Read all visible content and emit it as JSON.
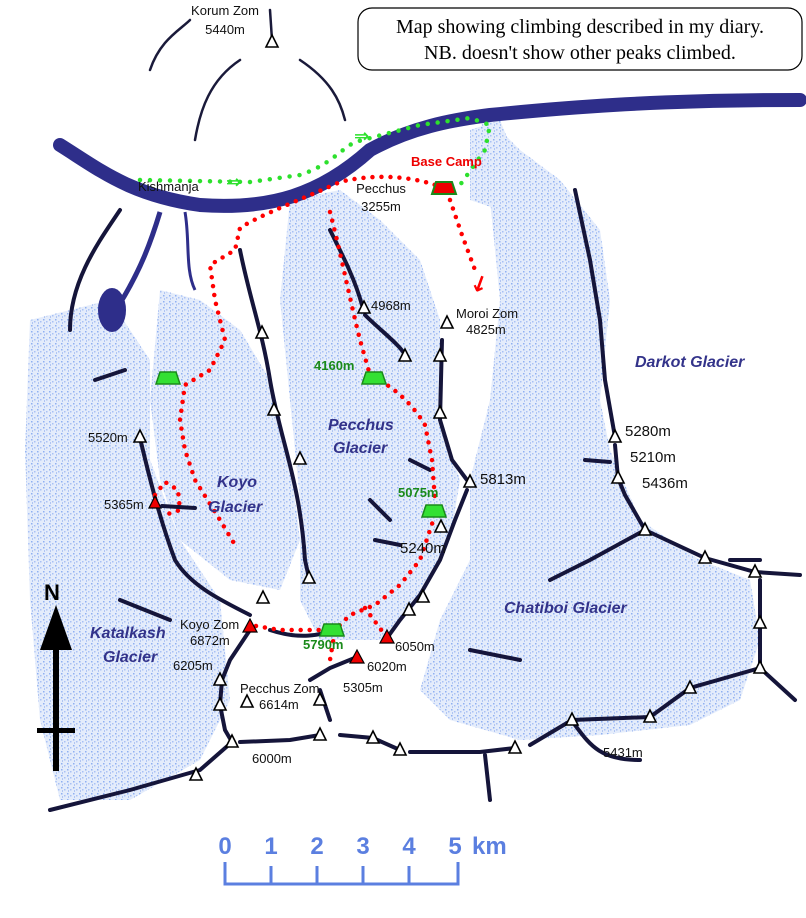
{
  "note": {
    "line1": "Map showing climbing described in my diary.",
    "line2": "NB. doesn't show other peaks climbed."
  },
  "places": {
    "kishmanja": "Kishmanja",
    "base_camp": "Base Camp"
  },
  "glaciers": {
    "darkot": "Darkot Glacier",
    "pecchus": [
      "Pecchus",
      "Glacier"
    ],
    "koyo": [
      "Koyo",
      "Glacier"
    ],
    "chatiboi": "Chatiboi Glacier",
    "katalkash": [
      "Katalkash",
      "Glacier"
    ]
  },
  "peaks": [
    {
      "name": "Korum Zom",
      "height": "5440m"
    },
    {
      "name": "Pecchus",
      "height": "3255m"
    },
    {
      "name": "",
      "height": "4968m"
    },
    {
      "name": "Moroi Zom",
      "height": "4825m"
    },
    {
      "name": "",
      "height": "5520m"
    },
    {
      "name": "",
      "height": "5365m",
      "climbed": true
    },
    {
      "name": "",
      "height": "5813m"
    },
    {
      "name": "",
      "height": "5240m"
    },
    {
      "name": "",
      "height": "5280m"
    },
    {
      "name": "",
      "height": "5210m"
    },
    {
      "name": "",
      "height": "5436m"
    },
    {
      "name": "Koyo Zom",
      "height": "6872m",
      "climbed": true
    },
    {
      "name": "",
      "height": "6050m",
      "climbed": true
    },
    {
      "name": "",
      "height": "6020m",
      "climbed": true
    },
    {
      "name": "",
      "height": "6205m"
    },
    {
      "name": "",
      "height": "5305m"
    },
    {
      "name": "Pecchus Zom",
      "height": "6614m"
    },
    {
      "name": "",
      "height": "6000m"
    },
    {
      "name": "",
      "height": "5431m"
    }
  ],
  "camps": [
    "4160m",
    "5075m",
    "5790m"
  ],
  "compass": "N",
  "scale": {
    "ticks": [
      "0",
      "1",
      "2",
      "3",
      "4",
      "5"
    ],
    "unit": "km"
  },
  "colors": {
    "river": "#2e2e8a",
    "route": "#ff0000",
    "approach": "#2de02d",
    "glacier": "#a9c1f5",
    "label": "#33338a"
  }
}
